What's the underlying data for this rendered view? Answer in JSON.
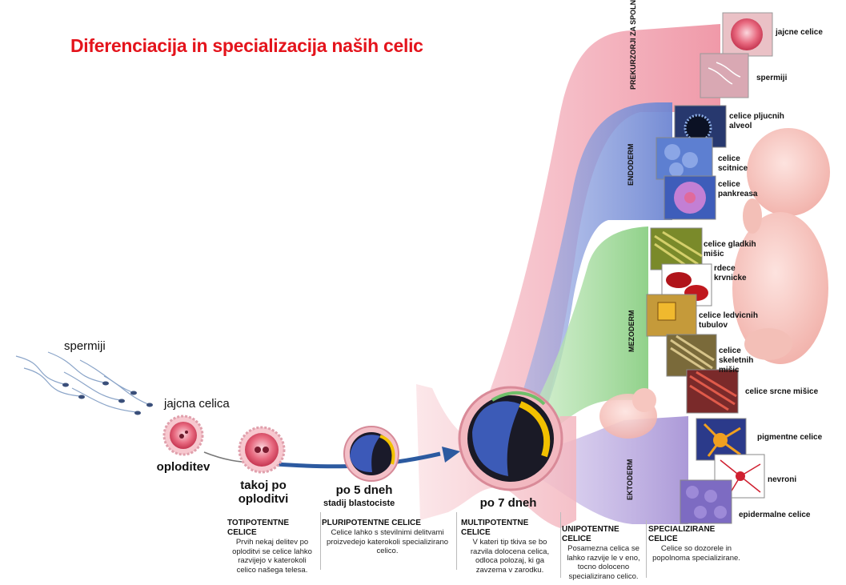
{
  "title": "Diferenciacija in specializacija naših celic",
  "left": {
    "sperm_label": "spermiji",
    "egg_label": "jajcna celica",
    "fertilization_label": "oploditev",
    "after_fertilization_label": "takoj po oploditvi",
    "day5_label": "po 5 dneh",
    "day5_sub": "stadij blastociste",
    "day7_label": "po 7 dneh"
  },
  "layers": {
    "germ": "PREKURZORJI ZA SPOLNE CELICE",
    "endoderm": "ENDODERM",
    "mesoderm": "MEZODERM",
    "ectoderm": "EKTODERM"
  },
  "cells": {
    "germ": [
      "jajcne celice",
      "spermiji"
    ],
    "endoderm": [
      "celice pljucnih alveol",
      "celice scitnice",
      "celice pankreasa"
    ],
    "mesoderm": [
      "celice gladkih mišic",
      "rdece krvnicke",
      "celice ledvicnih tubulov",
      "celice skeletnih mišic",
      "celice srcne mišice"
    ],
    "ectoderm": [
      "pigmentne celice",
      "nevroni",
      "epidermalne celice"
    ]
  },
  "stages": [
    {
      "head": "TOTIPOTENTNE CELICE",
      "desc": "Prvih nekaj delitev po oploditvi se celice lahko razvijejo v katerokoli celico našega telesa."
    },
    {
      "head": "PLURIPOTENTNE CELICE",
      "desc": "Celice lahko s stevilnimi delitvami proizvedejo katerokoli specializirano celico."
    },
    {
      "head": "MULTIPOTENTNE CELICE",
      "desc": "V kateri tip tkiva se bo razvila dolocena celica, odloca polozaj, ki ga zavzema v zarodku."
    },
    {
      "head": "UNIPOTENTNE CELICE",
      "desc": "Posamezna celica se lahko razvije le v eno, tocno doloceno specializirano celico."
    },
    {
      "head": "SPECIALIZIRANE CELICE",
      "desc": "Celice so dozorele in popolnoma specializirane."
    }
  ],
  "colors": {
    "title": "#e4141c",
    "germ_band": "#f2a9b4",
    "endoderm_band": "#7f95d8",
    "mesoderm_band": "#9fd49a",
    "ectoderm_band": "#b8a6dc",
    "arrow": "#2c5aa0"
  }
}
